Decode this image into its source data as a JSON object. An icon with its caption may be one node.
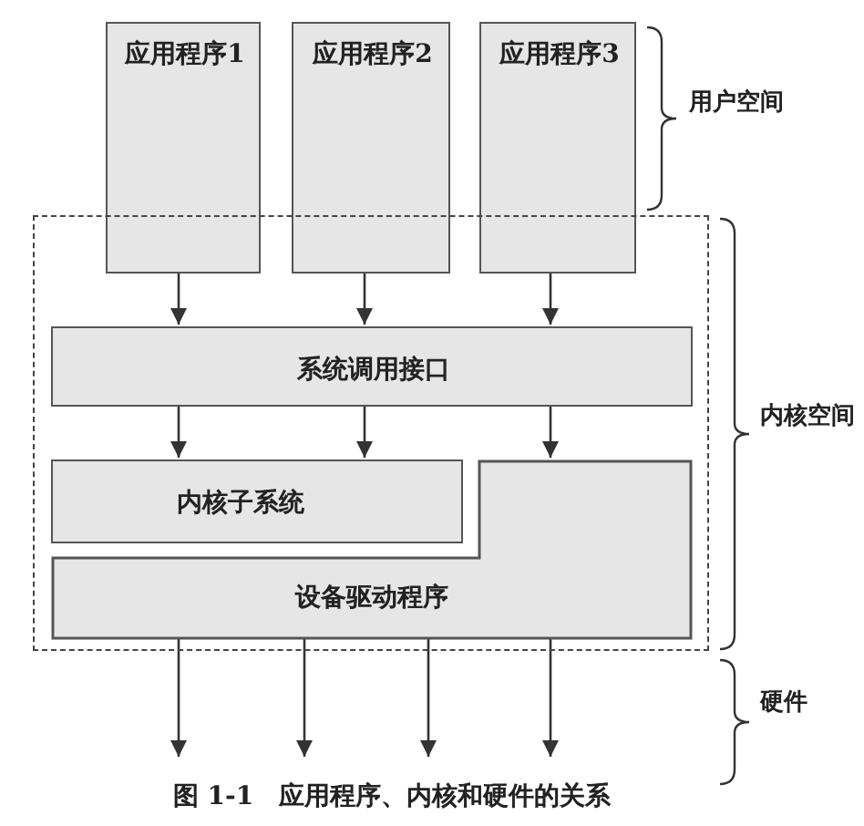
{
  "diagram": {
    "caption": "图 1-1　应用程序、内核和硬件的关系",
    "nodes": [
      {
        "text": [
          "应用程序1"
        ]
      },
      {
        "text": [
          "应用程序2"
        ]
      },
      {
        "text": [
          "应用程序3"
        ]
      },
      {
        "text": [],
        "shape": "box"
      },
      {
        "text": [
          "系统调用接口"
        ],
        "in": 3
      },
      {
        "text": [
          "内核子系统"
        ],
        "in": 3
      },
      {
        "text": [
          "设备驱动程序"
        ],
        "in": 3
      }
    ],
    "edges": [
      {
        "from": 0,
        "to": 4,
        "arrow": "to"
      },
      {
        "from": 1,
        "to": 4,
        "arrow": "to"
      },
      {
        "from": 2,
        "to": 4,
        "arrow": "to"
      },
      {
        "from": 4,
        "to": 5,
        "arrow": "to"
      },
      {
        "from": 4,
        "to": 5,
        "arrow": "to"
      },
      {
        "from": 4,
        "to": 6,
        "arrow": "to"
      },
      {
        "from": 6,
        "to": null,
        "arrow": "to"
      },
      {
        "from": 6,
        "to": null,
        "arrow": "to"
      },
      {
        "from": 6,
        "to": null,
        "arrow": "to"
      },
      {
        "from": 6,
        "to": null,
        "arrow": "to"
      }
    ],
    "labels": [
      "用户空间",
      "内核空间",
      "硬件"
    ]
  }
}
